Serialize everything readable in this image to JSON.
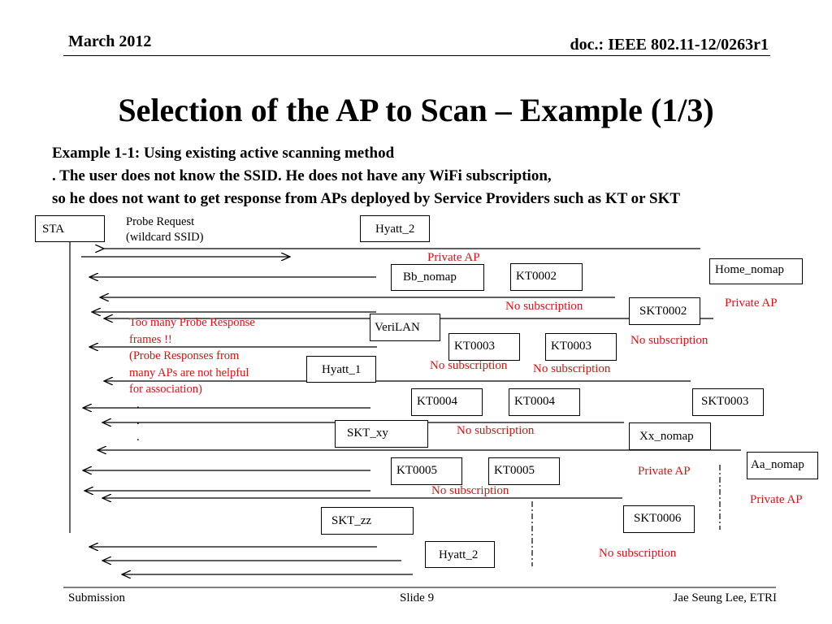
{
  "header": {
    "date": "March 2012",
    "doc": "doc.: IEEE 802.11-12/0263r1"
  },
  "slide_title": "Selection of the AP to Scan – Example (1/3)",
  "subtitle": {
    "line1": "Example 1-1: Using existing active scanning method",
    "line2": ". The user does not know the SSID. He does not have any WiFi subscription,",
    "line3": " so he does not want to get response from APs deployed by Service Providers such as KT or SKT"
  },
  "diagram": {
    "sta_label": "STA",
    "probe_request": [
      "Probe Request",
      "(wildcard SSID)"
    ],
    "ap_boxes": {
      "hyatt_2_top": "Hyatt_2",
      "home_nomap": "Home_nomap",
      "bb_nomap": "Bb_nomap",
      "kt0002": "KT0002",
      "skt0002": "SKT0002",
      "verilan": "VeriLAN",
      "kt0003_a": "KT0003",
      "kt0003_b": "KT0003",
      "hyatt_1": "Hyatt_1",
      "kt0004_a": "KT0004",
      "kt0004_b": "KT0004",
      "skt0003": "SKT0003",
      "skt_xy": "SKT_xy",
      "xx_nomap": "Xx_nomap",
      "aa_nomap": "Aa_nomap",
      "kt0005_a": "KT0005",
      "kt0005_b": "KT0005",
      "skt_zz": "SKT_zz",
      "skt0006": "SKT0006",
      "hyatt_2_bottom": "Hyatt_2"
    },
    "annotations": {
      "private_ap_1": "Private AP",
      "private_ap_2": "Private AP",
      "private_ap_3": "Private AP",
      "private_ap_4": "Private AP",
      "no_sub_1": "No subscription",
      "no_sub_2": "No subscription",
      "no_sub_3": "No subscription",
      "no_sub_4": "No subscription",
      "no_sub_5": "No subscription",
      "no_sub_6": "No subscription",
      "no_sub_7": "No subscription"
    },
    "note": [
      "Too many Probe Response",
      "frames !!",
      "(Probe Responses from",
      "many APs are not helpful",
      "for association)"
    ],
    "ellipsis": ".",
    "colors": {
      "annotation": "#e01010",
      "line": "#000000"
    }
  },
  "footer": {
    "left": "Submission",
    "center": "Slide 9",
    "right": "Jae Seung Lee, ETRI"
  }
}
